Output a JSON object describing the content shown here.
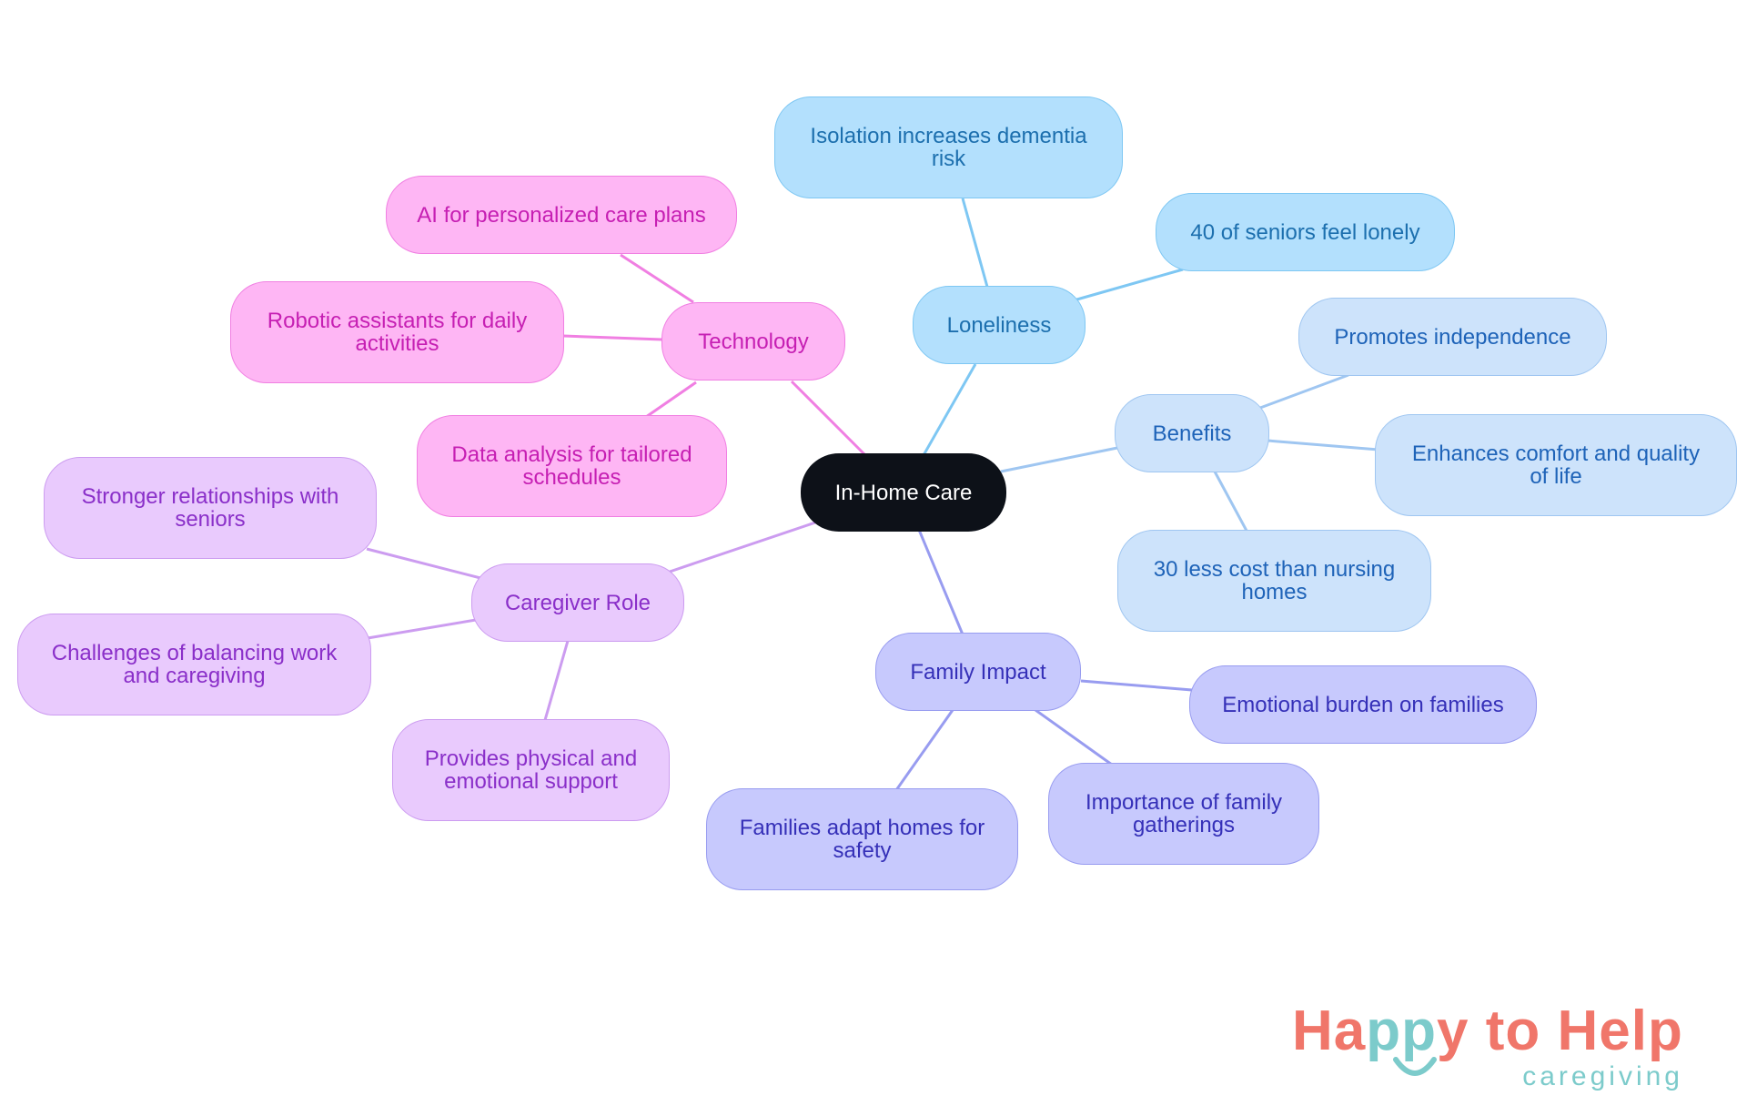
{
  "colors": {
    "root": "#0d1118",
    "loneliness": "#b3e0fd",
    "benefits": "#cde3fb",
    "family_impact": "#c7c9fd",
    "caregiver_role": "#e9cafd",
    "technology": "#feb6f4",
    "logo_coral": "#f0766a",
    "logo_teal": "#7ccbcb"
  },
  "root": {
    "label": "In-Home Care"
  },
  "branches": {
    "loneliness": {
      "label": "Loneliness",
      "children": [
        "Isolation increases dementia risk",
        "40 of seniors feel lonely"
      ]
    },
    "benefits": {
      "label": "Benefits",
      "children": [
        "Promotes independence",
        "Enhances comfort and quality of life",
        "30 less cost than nursing homes"
      ]
    },
    "family_impact": {
      "label": "Family Impact",
      "children": [
        "Emotional burden on families",
        "Importance of family gatherings",
        "Families adapt homes for safety"
      ]
    },
    "caregiver_role": {
      "label": "Caregiver Role",
      "children": [
        "Stronger relationships with seniors",
        "Challenges of balancing work and caregiving",
        "Provides physical and emotional support"
      ]
    },
    "technology": {
      "label": "Technology",
      "children": [
        "AI for personalized care plans",
        "Robotic assistants for daily activities",
        "Data analysis for tailored schedules"
      ]
    }
  },
  "logo": {
    "title_part1": "Ha",
    "title_part2": "pp",
    "title_part3": "y to Help",
    "subtitle": "caregiving"
  }
}
